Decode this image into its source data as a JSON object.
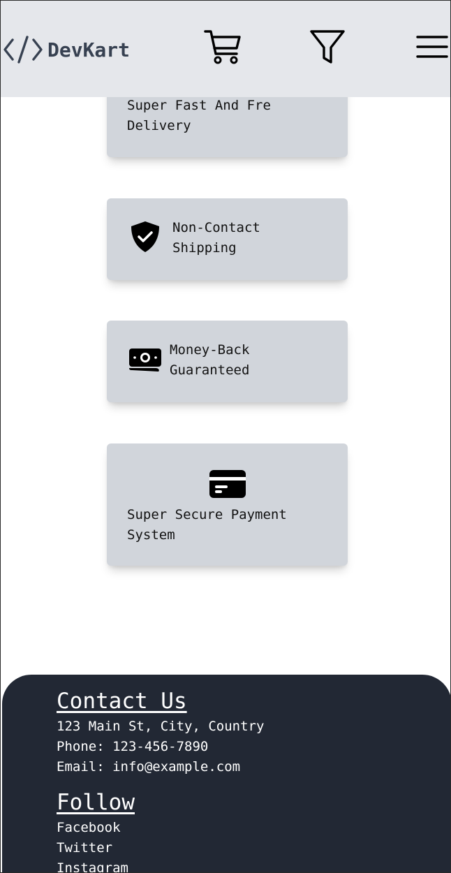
{
  "header": {
    "logo_text": "DevKart",
    "icons": {
      "logo": "code-brackets-icon",
      "cart": "cart-icon",
      "filter": "filter-icon",
      "menu": "hamburger-menu-icon"
    },
    "background": "#e5e7eb"
  },
  "features": [
    {
      "text": "Super Fast And Fre\nDelivery",
      "icon": "truck-icon"
    },
    {
      "text": "Non-Contact\nShipping",
      "icon": "shield-check-icon"
    },
    {
      "text": "Money-Back\nGuaranteed",
      "icon": "cash-icon"
    },
    {
      "text": "Super Secure Payment\nSystem",
      "icon": "credit-card-icon"
    }
  ],
  "card_color": "#d1d5db",
  "footer": {
    "background": "#222834",
    "contact_title": "Contact Us",
    "address": "123 Main St, City, Country",
    "phone": "Phone: 123-456-7890",
    "email": "Email: info@example.com",
    "follow_title": "Follow",
    "links": [
      "Facebook",
      "Twitter",
      "Instagram"
    ]
  }
}
